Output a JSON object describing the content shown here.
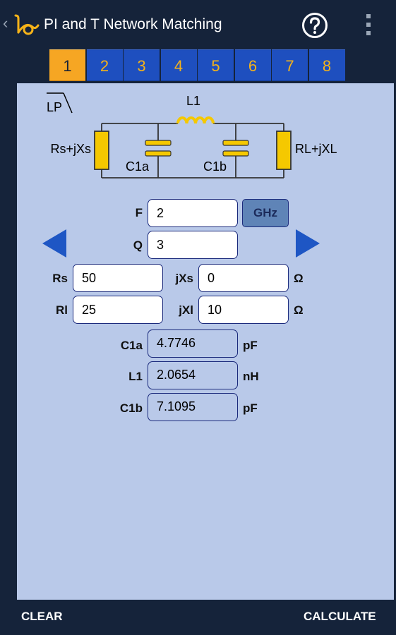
{
  "app": {
    "title": "PI and T Network Matching"
  },
  "tabs": [
    "1",
    "2",
    "3",
    "4",
    "5",
    "6",
    "7",
    "8"
  ],
  "active_tab": "1",
  "circuit": {
    "filter_type": "LP",
    "inductor": "L1",
    "cap_a": "C1a",
    "cap_b": "C1b",
    "source": "Rs+jXs",
    "load": "RL+jXL"
  },
  "fields": {
    "f": {
      "label": "F",
      "value": "2",
      "unit_button": "GHz"
    },
    "q": {
      "label": "Q",
      "value": "3"
    },
    "rs": {
      "label": "Rs",
      "value": "50"
    },
    "jxs": {
      "label": "jXs",
      "value": "0",
      "unit": "Ω"
    },
    "rl": {
      "label": "Rl",
      "value": "25"
    },
    "jxl": {
      "label": "jXl",
      "value": "10",
      "unit": "Ω"
    }
  },
  "results": {
    "c1a": {
      "label": "C1a",
      "value": "4.7746",
      "unit": "pF"
    },
    "l1": {
      "label": "L1",
      "value": "2.0654",
      "unit": "nH"
    },
    "c1b": {
      "label": "C1b",
      "value": "7.1095",
      "unit": "pF"
    }
  },
  "bottom": {
    "clear": "CLEAR",
    "calculate": "CALCULATE"
  },
  "colors": {
    "appbar": "#15233a",
    "tab": "#1e4fbf",
    "tab_active": "#f6a623",
    "panel": "#b9c9e9",
    "component": "#f5c800",
    "arrow": "#1e56c4"
  }
}
